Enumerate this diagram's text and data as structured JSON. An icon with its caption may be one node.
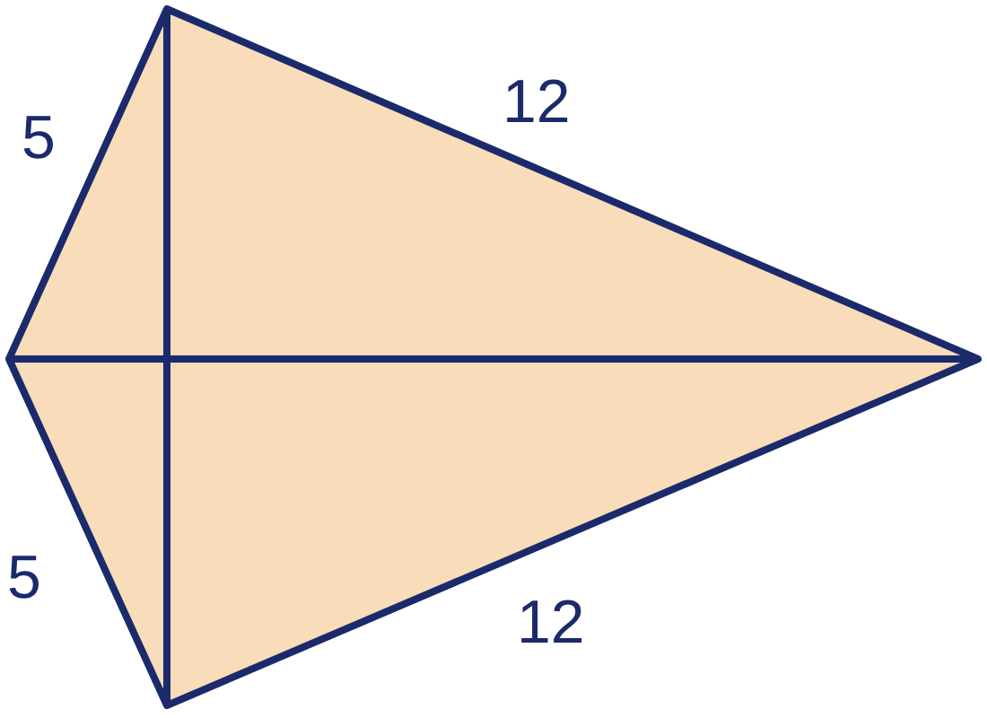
{
  "diagram": {
    "labels": [
      "12",
      "5",
      "5",
      "12"
    ]
  }
}
